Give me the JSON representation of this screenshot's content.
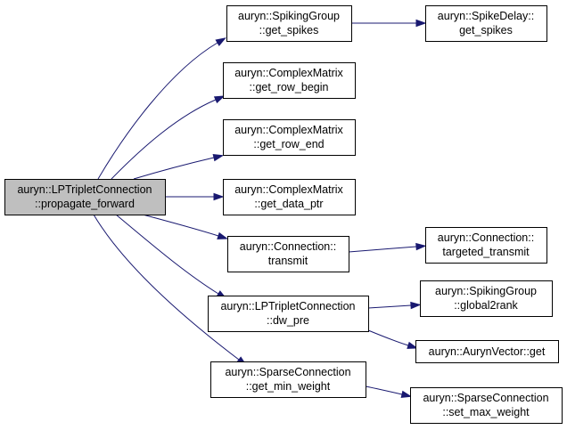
{
  "diagram": {
    "type": "call-graph",
    "colors": {
      "edge": "#191970",
      "root_fill": "#bfbfbf",
      "node_fill": "#ffffff",
      "border": "#000000"
    },
    "nodes": [
      {
        "id": "lp_propagate_forward",
        "line1": "auryn::LPTripletConnection",
        "line2": "::propagate_forward",
        "root": true
      },
      {
        "id": "sg_get_spikes",
        "line1": "auryn::SpikingGroup",
        "line2": "::get_spikes"
      },
      {
        "id": "sd_get_spikes",
        "line1": "auryn::SpikeDelay::",
        "line2": "get_spikes"
      },
      {
        "id": "cm_get_row_begin",
        "line1": "auryn::ComplexMatrix",
        "line2": "::get_row_begin"
      },
      {
        "id": "cm_get_row_end",
        "line1": "auryn::ComplexMatrix",
        "line2": "::get_row_end"
      },
      {
        "id": "cm_get_data_ptr",
        "line1": "auryn::ComplexMatrix",
        "line2": "::get_data_ptr"
      },
      {
        "id": "conn_transmit",
        "line1": "auryn::Connection::",
        "line2": "transmit"
      },
      {
        "id": "conn_targeted_transmit",
        "line1": "auryn::Connection::",
        "line2": "targeted_transmit"
      },
      {
        "id": "lp_dw_pre",
        "line1": "auryn::LPTripletConnection",
        "line2": "::dw_pre"
      },
      {
        "id": "sg_global2rank",
        "line1": "auryn::SpikingGroup",
        "line2": "::global2rank"
      },
      {
        "id": "av_get",
        "line1": "auryn::AurynVector::get",
        "line2": ""
      },
      {
        "id": "sc_get_min_weight",
        "line1": "auryn::SparseConnection",
        "line2": "::get_min_weight"
      },
      {
        "id": "sc_set_max_weight",
        "line1": "auryn::SparseConnection",
        "line2": "::set_max_weight"
      }
    ],
    "edges": [
      {
        "from": "lp_propagate_forward",
        "to": "sg_get_spikes"
      },
      {
        "from": "lp_propagate_forward",
        "to": "cm_get_row_begin"
      },
      {
        "from": "lp_propagate_forward",
        "to": "cm_get_row_end"
      },
      {
        "from": "lp_propagate_forward",
        "to": "cm_get_data_ptr"
      },
      {
        "from": "lp_propagate_forward",
        "to": "conn_transmit"
      },
      {
        "from": "lp_propagate_forward",
        "to": "lp_dw_pre"
      },
      {
        "from": "lp_propagate_forward",
        "to": "sc_get_min_weight"
      },
      {
        "from": "sg_get_spikes",
        "to": "sd_get_spikes"
      },
      {
        "from": "conn_transmit",
        "to": "conn_targeted_transmit"
      },
      {
        "from": "lp_dw_pre",
        "to": "sg_global2rank"
      },
      {
        "from": "lp_dw_pre",
        "to": "av_get"
      },
      {
        "from": "sc_get_min_weight",
        "to": "sc_set_max_weight"
      }
    ]
  }
}
